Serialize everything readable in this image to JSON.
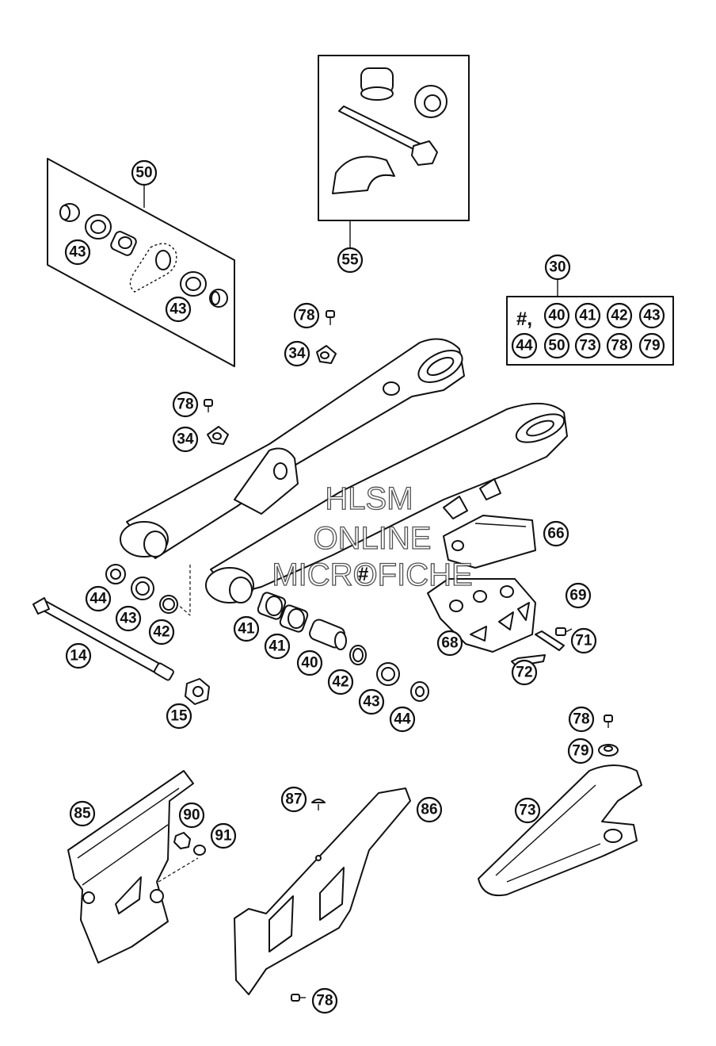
{
  "watermark": {
    "line1": "HLSM",
    "line2": "ONLINE",
    "line3": "MICROFICHE"
  },
  "markers": {
    "kit_prefix": "#,",
    "swingarm_mark": "#"
  },
  "kit_30_contents": {
    "row1": [
      "40",
      "41",
      "42",
      "43"
    ],
    "row2": [
      "44",
      "50",
      "73",
      "78",
      "79"
    ]
  },
  "callouts": {
    "c50": "50",
    "c43a": "43",
    "c43b": "43",
    "c55": "55",
    "c30": "30",
    "c78a": "78",
    "c34a": "34",
    "c78b": "78",
    "c34b": "34",
    "c66": "66",
    "c69": "69",
    "c68": "68",
    "c71": "71",
    "c72": "72",
    "c44a": "44",
    "c43c": "43",
    "c42a": "42",
    "c14": "14",
    "c15": "15",
    "c41a": "41",
    "c41b": "41",
    "c40": "40",
    "c42b": "42",
    "c43d": "43",
    "c44b": "44",
    "c78c": "78",
    "c79": "79",
    "c73": "73",
    "c85": "85",
    "c90": "90",
    "c91": "91",
    "c87": "87",
    "c86": "86",
    "c78d": "78"
  }
}
